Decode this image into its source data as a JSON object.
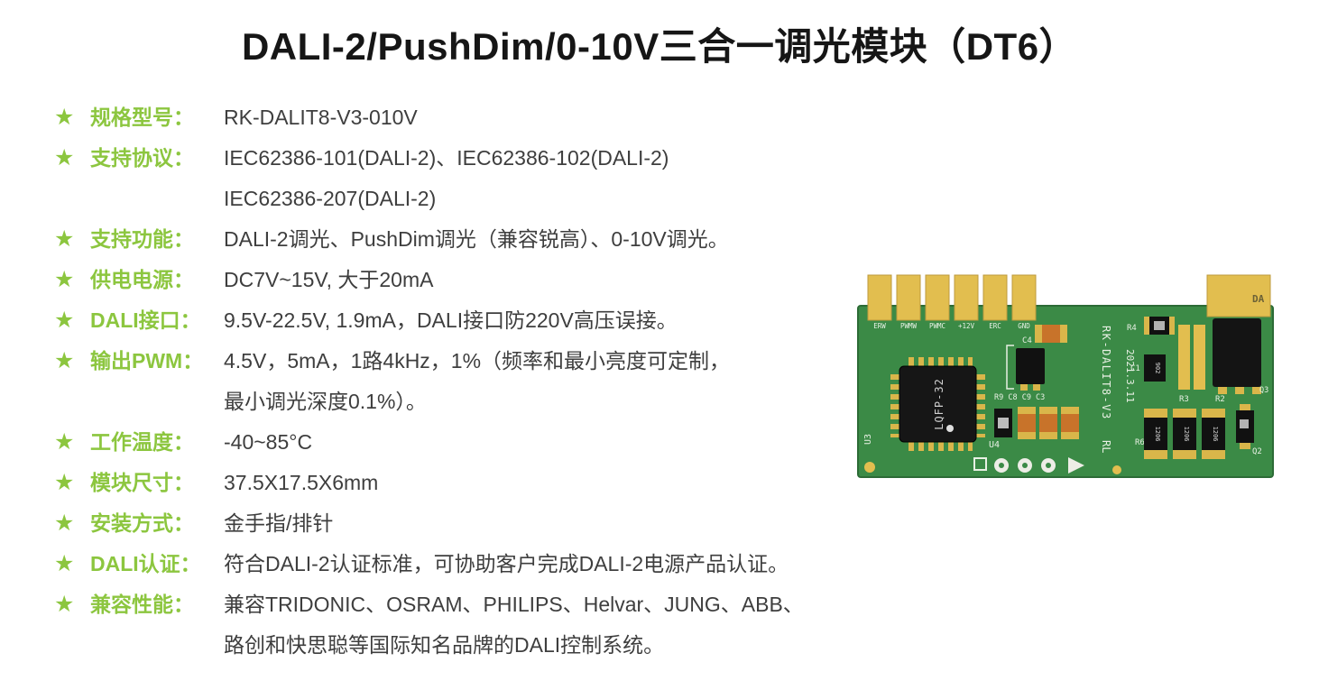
{
  "title": "DALI-2/PushDim/0-10V三合一调光模块（DT6）",
  "star_icon": "★",
  "specs": [
    {
      "label": "规格型号：",
      "lines": [
        "RK-DALIT8-V3-010V"
      ]
    },
    {
      "label": "支持协议：",
      "lines": [
        "IEC62386-101(DALI-2)、IEC62386-102(DALI-2)",
        "IEC62386-207(DALI-2)"
      ]
    },
    {
      "label": "支持功能：",
      "lines": [
        "DALI-2调光、PushDim调光（兼容锐高）、0-10V调光。"
      ]
    },
    {
      "label": "供电电源：",
      "lines": [
        "DC7V~15V, 大于20mA"
      ]
    },
    {
      "label": "DALI接口：",
      "lines": [
        "9.5V-22.5V, 1.9mA，DALI接口防220V高压误接。"
      ]
    },
    {
      "label": "输出PWM：",
      "lines": [
        "4.5V，5mA，1路4kHz，1%（频率和最小亮度可定制，",
        "最小调光深度0.1%）。"
      ]
    },
    {
      "label": "工作温度：",
      "lines": [
        "-40~85°C"
      ]
    },
    {
      "label": "模块尺寸：",
      "lines": [
        "37.5X17.5X6mm"
      ]
    },
    {
      "label": "安装方式：",
      "lines": [
        "金手指/排针"
      ]
    },
    {
      "label": "DALI认证：",
      "lines": [
        "符合DALI-2认证标准，可协助客户完成DALI-2电源产品认证。"
      ]
    },
    {
      "label": "兼容性能：",
      "lines": [
        "兼容TRIDONIC、OSRAM、PHILIPS、Helvar、JUNG、ABB、",
        "路创和快思聪等国际知名品牌的DALI控制系统。"
      ]
    }
  ],
  "pcb": {
    "pin_labels": [
      "ERW",
      "PWMW",
      "PWMC",
      "+12V",
      "ERC",
      "GND"
    ],
    "pad_label": "DA",
    "chip_label": "LQFP-32",
    "ref_u3": "U3",
    "ref_u4": "U4",
    "ref_c4": "C4",
    "ref_row": "R9 C8 C9 C3",
    "ref_r4": "R4",
    "ref_c1": "C1",
    "ref_r3": "R3",
    "ref_r2": "R2",
    "ref_r6": "R6",
    "ref_q3": "Q3",
    "ref_q2": "Q2",
    "board_name": "RK-DALIT8-V3",
    "board_suffix": "RL",
    "board_date": "2021.3.11",
    "code_1206": "1206",
    "code_902": "902"
  },
  "colors": {
    "accent_green": "#8CC63F",
    "text_dark": "#3E3E3E",
    "pcb_green": "#3B8A46",
    "pcb_gold": "#E2BE4F"
  }
}
